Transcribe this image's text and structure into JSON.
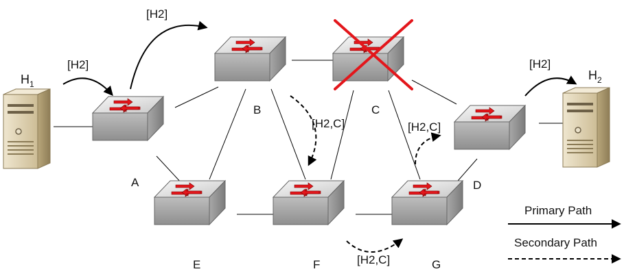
{
  "hosts": {
    "h1": {
      "label_base": "H",
      "label_sub": "1"
    },
    "h2": {
      "label_base": "H",
      "label_sub": "2"
    }
  },
  "switches": {
    "A": {
      "label": "A",
      "failed": false
    },
    "B": {
      "label": "B",
      "failed": false
    },
    "C": {
      "label": "C",
      "failed": true
    },
    "D": {
      "label": "D",
      "failed": false
    },
    "E": {
      "label": "E",
      "failed": false
    },
    "F": {
      "label": "F",
      "failed": false
    },
    "G": {
      "label": "G",
      "failed": false
    }
  },
  "packet_labels": {
    "h1_to_a": "[H2]",
    "a_to_b": "[H2]",
    "b_to_f": "[H2,C]",
    "f_to_g": "[H2,C]",
    "g_to_d": "[H2,C]",
    "d_to_h2": "[H2]"
  },
  "legend": {
    "primary": "Primary Path",
    "secondary": "Secondary Path"
  },
  "colors": {
    "switch_body": "#d9d9d9",
    "switch_arrows": "#e3161b",
    "failure_cross": "#e3161b",
    "host_body": "#e8dcc0",
    "link": "#000000"
  }
}
